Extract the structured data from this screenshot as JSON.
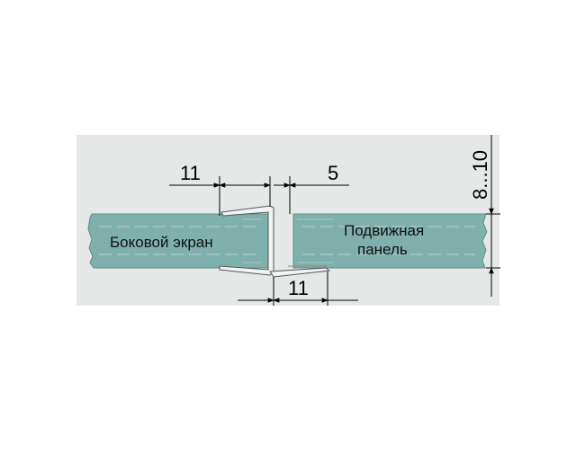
{
  "panels": {
    "left_label": "Боковой экран",
    "right_label_line1": "Подвижная",
    "right_label_line2": "панель"
  },
  "dimensions": {
    "top_left_width": "11",
    "top_gap": "5",
    "bottom_width": "11",
    "thickness": "8...10"
  },
  "colors": {
    "background_band": "#e6e8e8",
    "glass": "#7fb0ab",
    "glass_edge": "#5d8f8a",
    "profile": "#f2f4f4"
  }
}
